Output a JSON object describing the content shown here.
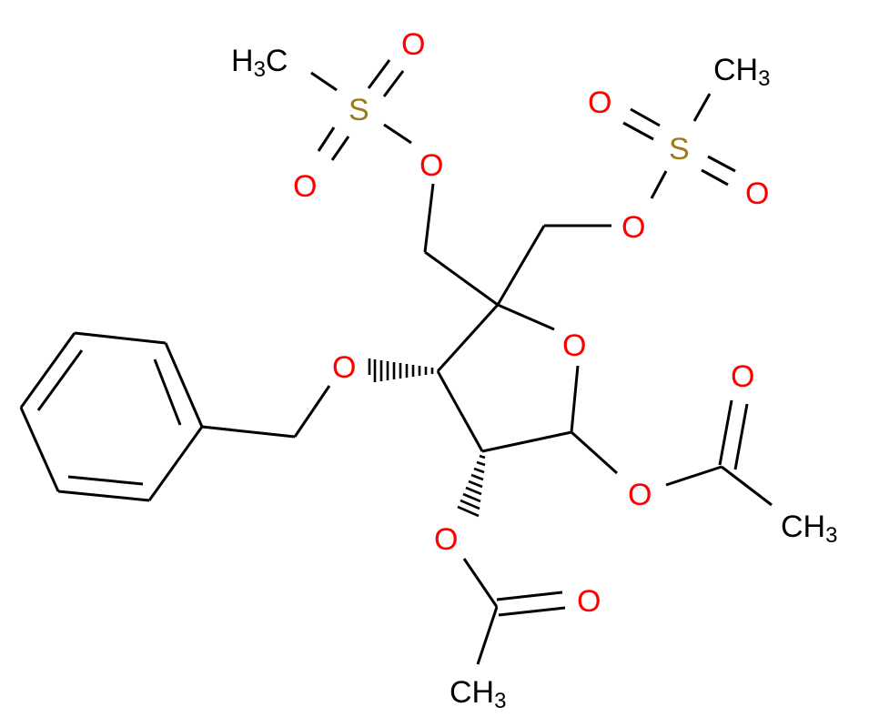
{
  "diagram": {
    "type": "chemical-structure",
    "description": "Furanose with 1,2-di-O-acetyl, 3-O-benzyl, and 4,4-bis(methanesulfonyloxymethyl) substituents",
    "colors": {
      "bond": "#000000",
      "oxygen": "#ff0000",
      "sulfur": "#9a7d1a",
      "carbon_label": "#000000",
      "background": "#ffffff"
    },
    "atoms": {
      "ms1_methyl": {
        "text": "H",
        "sub": "3",
        "tail": "C"
      },
      "ms1_sulfur": "S",
      "ms1_o_top": "O",
      "ms1_o_bottom": "O",
      "ms1_o_ester": "O",
      "ms2_methyl": {
        "text": "CH",
        "sub": "3"
      },
      "ms2_sulfur": "S",
      "ms2_o_left": "O",
      "ms2_o_right": "O",
      "ms2_o_ester": "O",
      "ring_oxygen": "O",
      "benzyl_oxygen": "O",
      "c2_ester_oxygen": "O",
      "c2_carbonyl_oxygen": "O",
      "c2_acetyl_methyl": {
        "text": "CH",
        "sub": "3"
      },
      "c1_ester_oxygen": "O",
      "c1_carbonyl_oxygen": "O",
      "c1_acetyl_methyl": {
        "text": "CH",
        "sub": "3"
      }
    }
  }
}
